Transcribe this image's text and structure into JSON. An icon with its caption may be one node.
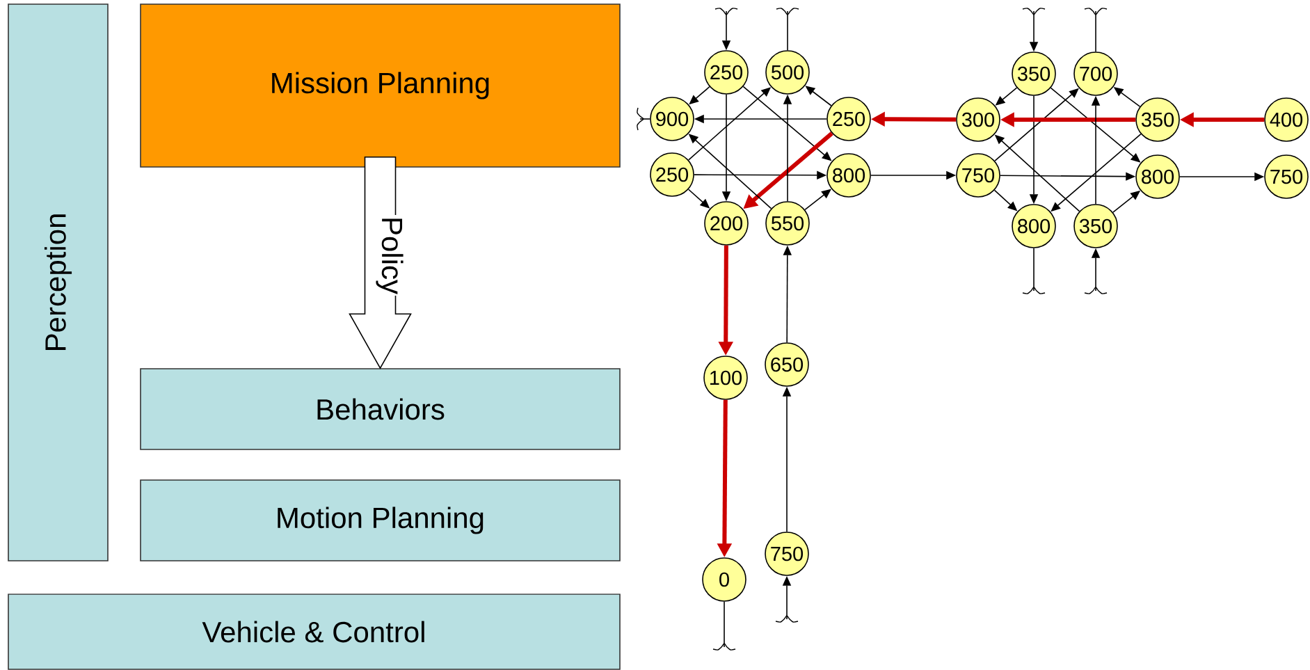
{
  "diagram": {
    "nodes": [
      {
        "text": [
          "Perception"
        ]
      },
      {
        "text": [
          "Mission Planning"
        ]
      },
      {
        "text": [
          "Behaviors"
        ]
      },
      {
        "text": [
          "Motion Planning"
        ]
      },
      {
        "text": [
          "Vehicle & Control"
        ]
      },
      {
        "text": [
          "250"
        ]
      },
      {
        "text": [
          "500"
        ]
      },
      {
        "text": [
          "350"
        ]
      },
      {
        "text": [
          "700"
        ]
      },
      {
        "text": [
          "900"
        ]
      },
      {
        "text": [
          "250"
        ]
      },
      {
        "text": [
          "300"
        ]
      },
      {
        "text": [
          "350"
        ]
      },
      {
        "text": [
          "400"
        ]
      },
      {
        "text": [
          "250"
        ]
      },
      {
        "text": [
          "800"
        ]
      },
      {
        "text": [
          "750"
        ]
      },
      {
        "text": [
          "800"
        ]
      },
      {
        "text": [
          "750"
        ]
      },
      {
        "text": [
          "200"
        ]
      },
      {
        "text": [
          "550"
        ]
      },
      {
        "text": [
          "800"
        ]
      },
      {
        "text": [
          "350"
        ]
      },
      {
        "text": [
          "650"
        ]
      },
      {
        "text": [
          "100"
        ]
      },
      {
        "text": [
          "750"
        ]
      },
      {
        "text": [
          "0"
        ]
      }
    ],
    "edges": [
      {
        "from": 1,
        "to": 2,
        "arrow": "to",
        "label": "Policy"
      },
      {
        "from": null,
        "to": 5,
        "arrow": "to"
      },
      {
        "from": 6,
        "to": null,
        "arrow": "none"
      },
      {
        "from": 9,
        "to": null,
        "arrow": "none"
      },
      {
        "from": 5,
        "to": 9,
        "arrow": "to"
      },
      {
        "from": 5,
        "to": 19,
        "arrow": "to"
      },
      {
        "from": 5,
        "to": 15,
        "arrow": "to"
      },
      {
        "from": 14,
        "to": 6,
        "arrow": "to"
      },
      {
        "from": 14,
        "to": 15,
        "arrow": "to"
      },
      {
        "from": 14,
        "to": 19,
        "arrow": "to"
      },
      {
        "from": 10,
        "to": 6,
        "arrow": "to"
      },
      {
        "from": 10,
        "to": 9,
        "arrow": "to"
      },
      {
        "from": 10,
        "to": 19,
        "arrow": "to",
        "style": "thick",
        "color": "#cc0000"
      },
      {
        "from": 20,
        "to": 6,
        "arrow": "to"
      },
      {
        "from": 20,
        "to": 9,
        "arrow": "to"
      },
      {
        "from": 20,
        "to": 15,
        "arrow": "to"
      },
      {
        "from": 15,
        "to": 16,
        "arrow": "to"
      },
      {
        "from": 11,
        "to": 10,
        "arrow": "to",
        "style": "thick",
        "color": "#cc0000"
      },
      {
        "from": 19,
        "to": 24,
        "arrow": "to",
        "style": "thick",
        "color": "#cc0000"
      },
      {
        "from": 24,
        "to": 26,
        "arrow": "to",
        "style": "thick",
        "color": "#cc0000"
      },
      {
        "from": 26,
        "to": null,
        "arrow": "none"
      },
      {
        "from": 23,
        "to": 20,
        "arrow": "to"
      },
      {
        "from": 25,
        "to": 23,
        "arrow": "to"
      },
      {
        "from": null,
        "to": 25,
        "arrow": "to"
      },
      {
        "from": null,
        "to": 7,
        "arrow": "to"
      },
      {
        "from": 8,
        "to": null,
        "arrow": "none"
      },
      {
        "from": 7,
        "to": 11,
        "arrow": "to"
      },
      {
        "from": 7,
        "to": 21,
        "arrow": "to"
      },
      {
        "from": 7,
        "to": 17,
        "arrow": "to"
      },
      {
        "from": 16,
        "to": 8,
        "arrow": "to"
      },
      {
        "from": 16,
        "to": 17,
        "arrow": "to"
      },
      {
        "from": 16,
        "to": 21,
        "arrow": "to"
      },
      {
        "from": 12,
        "to": 8,
        "arrow": "to"
      },
      {
        "from": 12,
        "to": 11,
        "arrow": "to",
        "style": "thick",
        "color": "#cc0000"
      },
      {
        "from": 12,
        "to": 21,
        "arrow": "to"
      },
      {
        "from": 22,
        "to": 8,
        "arrow": "to"
      },
      {
        "from": 22,
        "to": 11,
        "arrow": "to"
      },
      {
        "from": 22,
        "to": 17,
        "arrow": "to"
      },
      {
        "from": 13,
        "to": 12,
        "arrow": "to",
        "style": "thick",
        "color": "#cc0000"
      },
      {
        "from": 17,
        "to": 18,
        "arrow": "to"
      },
      {
        "from": 21,
        "to": null,
        "arrow": "none"
      },
      {
        "from": null,
        "to": 22,
        "arrow": "to"
      }
    ]
  }
}
